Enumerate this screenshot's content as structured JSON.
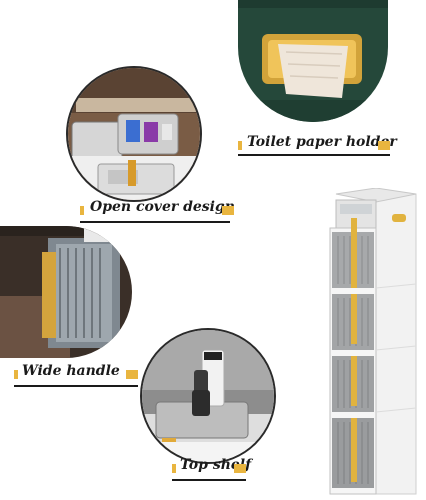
{
  "features": [
    {
      "label": "Toilet paper holder",
      "icon": "tissue-roll-icon"
    },
    {
      "label": "Open cover design",
      "icon": "open-drawer-icon"
    },
    {
      "label": "Wide handle",
      "icon": "handle-icon"
    },
    {
      "label": "Top shelf",
      "icon": "shelf-icon"
    }
  ],
  "colors": {
    "accent": "#e9b53f",
    "green_panel": "#25483a",
    "cabinet_white": "#eeeeee",
    "drawer_smoke": "#9a9a9a"
  }
}
